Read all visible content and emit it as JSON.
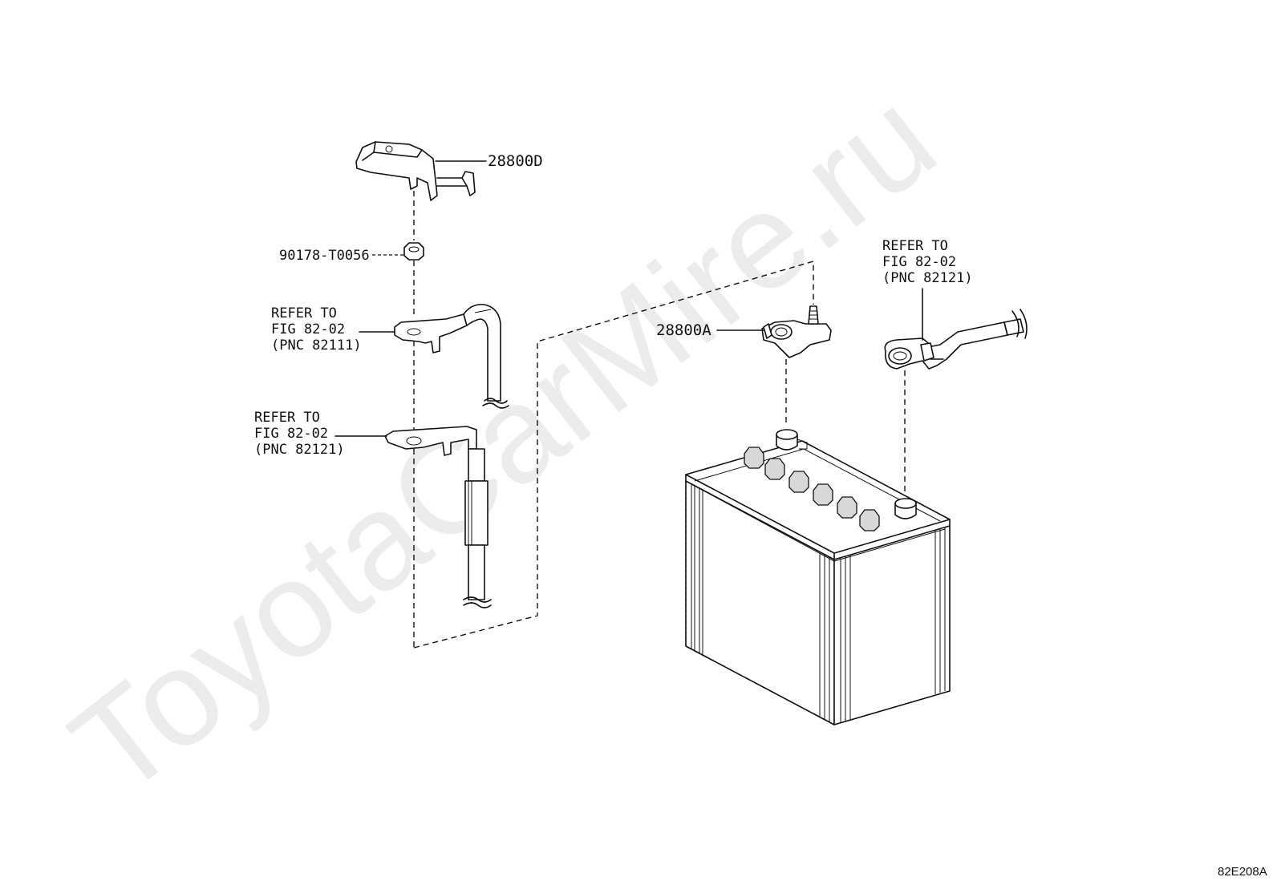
{
  "watermark": "ToyotaCarMire.ru",
  "figure_code": "82E208A",
  "parts": {
    "part_28800D": "28800D",
    "part_90178": "90178-T0056",
    "part_28800A": "28800A"
  },
  "refs": {
    "ref_82111": {
      "line1": "REFER TO",
      "line2": "FIG 82-02",
      "line3": "(PNC 82111)"
    },
    "ref_82121_left": {
      "line1": "REFER TO",
      "line2": "FIG 82-02",
      "line3": "(PNC 82121)"
    },
    "ref_82121_right": {
      "line1": "REFER TO",
      "line2": "FIG 82-02",
      "line3": "(PNC 82121)"
    }
  }
}
